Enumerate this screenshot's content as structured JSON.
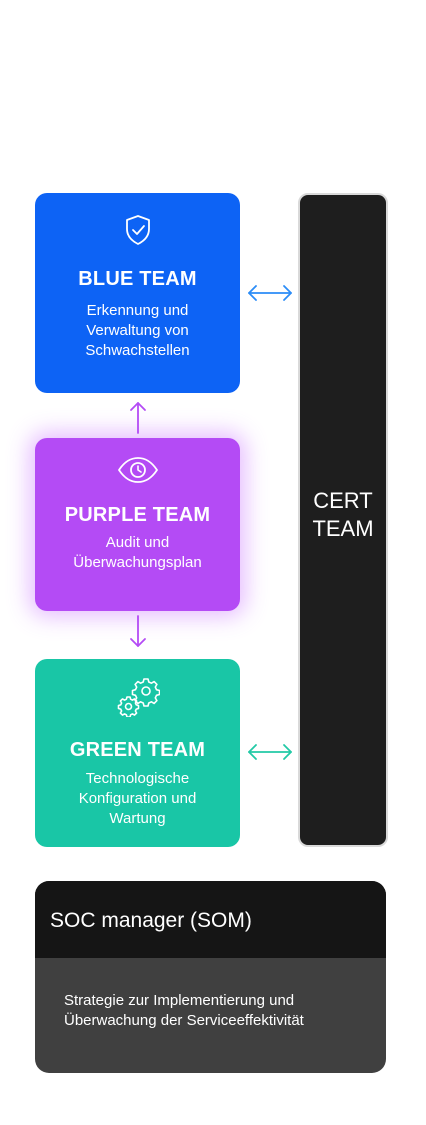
{
  "teams": {
    "blue": {
      "title": "BLUE TEAM",
      "desc_lines": [
        "Erkennung und",
        "Verwaltung von",
        "Schwachstellen"
      ],
      "icon": "shield-check-icon",
      "color": "#0d63f5"
    },
    "purple": {
      "title": "PURPLE TEAM",
      "desc_lines": [
        "Audit und",
        "Überwachungsplan"
      ],
      "icon": "eye-icon",
      "color": "#b44bf5"
    },
    "green": {
      "title": "GREEN TEAM",
      "desc_lines": [
        "Technologische",
        "Konfiguration und",
        "Wartung"
      ],
      "icon": "gears-icon",
      "color": "#19c6a6"
    }
  },
  "cert": {
    "label": "CERT\nTEAM",
    "color": "#1e1e1e"
  },
  "som": {
    "title": "SOC manager (SOM)",
    "desc_lines": [
      "Strategie zur Implementierung und",
      "Überwachung der Serviceeffektivität"
    ]
  }
}
